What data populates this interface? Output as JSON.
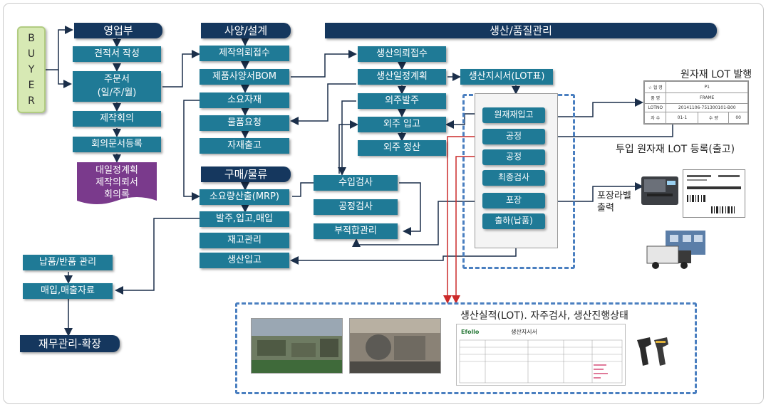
{
  "buyer": {
    "letters": [
      "B",
      "U",
      "Y",
      "E",
      "R"
    ]
  },
  "headers": {
    "sales": "영업부",
    "spec": "사양/설계",
    "production": "생산/품질관리",
    "purchase": "구매/물류"
  },
  "sales_items": {
    "estimate": "견적서 작성",
    "order_line1": "주문서",
    "order_line2": "(일/주/월)",
    "meeting": "제작회의",
    "minutes_reg": "회의문서등록"
  },
  "document_stack": {
    "line1": "대일정계획",
    "line2": "제작의뢰서",
    "line3": "회의록"
  },
  "spec_items": {
    "request": "제작의뢰접수",
    "bom": "제품사양서BOM",
    "materials": "소요자재",
    "request_goods": "물품요청",
    "material_out": "자재출고"
  },
  "purchase_items": {
    "mrp": "소요량산출(MRP)",
    "order_in_buy": "발주,입고,매입",
    "inventory": "재고관리",
    "prod_in": "생산입고"
  },
  "production_items": {
    "request": "생산의뢰접수",
    "schedule": "생산일정계획",
    "outsourcing": "외주발주",
    "outsourcing_in": "외주 입고",
    "outsourcing_settle": "외주 정산",
    "work_order": "생산지시서(LOT표)"
  },
  "inspection_items": {
    "incoming": "수입검사",
    "process": "공정검사",
    "nonconform": "부적합관리"
  },
  "process_items": {
    "raw_in": "원재재입고",
    "process1": "공정",
    "process2": "공정",
    "final": "최종검사",
    "packing": "포장",
    "shipping": "출하(납품)"
  },
  "finance_items": {
    "delivery_return": "납품/반품 관리",
    "sales_data": "매입,매출자료",
    "finance": "재무관리-확장"
  },
  "annotations": {
    "lot_issue": "원자재 LOT 발행",
    "lot_register": "투입 원자재 LOT 등록(출고)",
    "pack_label_line1": "포장라벨",
    "pack_label_line2": "출력",
    "result_title": "생산실적(LOT). 자주검사, 생산진행상태"
  },
  "lot_card": {
    "row1": [
      "☆ 협 명",
      "P1"
    ],
    "row2": [
      "품 명",
      "FRAME"
    ],
    "row3": [
      "LOTNO",
      "20141106-751300101-B00"
    ],
    "row4": [
      "자 수",
      "01-1",
      "수 량",
      "00"
    ]
  },
  "work_sheet": {
    "title": "생산지시서"
  },
  "colors": {
    "header": "#15375e",
    "box": "#1f7a96",
    "dash": "#4a7fc0",
    "arrow": "#1b2f4a",
    "red_line": "#cc2a2a"
  }
}
